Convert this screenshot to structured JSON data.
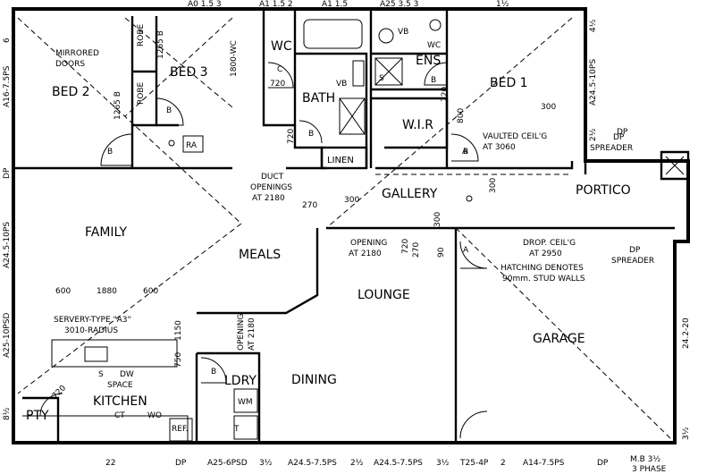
{
  "rooms": {
    "bed2": "BED 2",
    "bed3": "BED 3",
    "bed1": "BED 1",
    "wc": "WC",
    "bath": "BATH",
    "ens": "ENS",
    "wir": "W.I.R",
    "linen": "LINEN",
    "gallery": "GALLERY",
    "portico": "PORTICO",
    "family": "FAMILY",
    "meals": "MEALS",
    "lounge": "LOUNGE",
    "garage": "GARAGE",
    "dining": "DINING",
    "ldry": "LDRY",
    "kitchen": "KITCHEN",
    "pty": "PTY"
  },
  "labels": {
    "robe_top": "ROBE",
    "robe_bottom": "ROBE",
    "mirrored": "MIRRORED",
    "doors": "DOORS",
    "vb_bath": "VB",
    "vb_ens": "VB",
    "wc_ens": "WC",
    "ra": "RA",
    "duct": "DUCT",
    "openings": "OPENINGS",
    "at2180a": "AT 2180",
    "opening2": "OPENING",
    "at2180b": "AT 2180",
    "vaulted": "VAULTED CEIL'G",
    "at3060": "AT 3060",
    "drop": "DROP. CEIL'G",
    "at2950": "AT 2950",
    "hatching": "HATCHING DENOTES",
    "studwalls": "90mm. STUD WALLS",
    "dp_spreader_top": "DP",
    "spreader_top": "SPREADER",
    "dp_spreader_mid": "DP",
    "spreader_mid": "SPREADER",
    "servery": "SERVERY-TYPE \"A3\"",
    "radius": "3010-RADIUS",
    "s": "S",
    "dw": "DW",
    "space": "SPACE",
    "ct": "CT",
    "wo": "WO",
    "ref": "REF.",
    "wm": "WM",
    "t": "T",
    "opening_v": "OPENING",
    "at2180_v": "AT 2180",
    "mb": "M.B 3½",
    "phase": "3 PHASE",
    "s_ens": "S",
    "b_bed1": "B",
    "b_bed2": "B",
    "b_bed3": "B",
    "b_bath": "B",
    "b_ens": "B",
    "c_wc": "C",
    "a_door1": "A",
    "a_door2": "A",
    "b_ldry": "B"
  },
  "dimensions": {
    "d1265b": "1265 B",
    "d1265b_2": "1265 B",
    "d1800wc": "1800-WC",
    "d720a": "720",
    "d720b": "720",
    "d720c": "720",
    "d720d": "720",
    "d720e": "720",
    "d800": "800",
    "d300a": "300",
    "d300b": "300",
    "d300c": "300",
    "d300d": "300",
    "d270a": "270",
    "d270b": "270",
    "d90": "90",
    "d600a": "600",
    "d1880": "1880",
    "d600b": "600",
    "d1150": "1150",
    "d750": "750",
    "left1": "6",
    "left2": "A16-7.5PS",
    "left3": "DP",
    "left4": "A24.5-10PS",
    "left5": "A25-10PSD",
    "left6": "8½",
    "right1": "4½",
    "right2": "A24.5-10PS",
    "right3": "2½",
    "right4": "DP",
    "right5": "24.2-20",
    "right6": "3½",
    "bot1": "22",
    "bot2": "DP",
    "bot3": "A25-6PSD",
    "bot4": "3½",
    "bot5": "A24.5-7.5PS",
    "bot6": "2½",
    "bot7": "A24.5-7.5PS",
    "bot8": "3½",
    "bot9": "T25-4P",
    "bot10": "2",
    "bot11": "A14-7.5PS",
    "bot12": "DP",
    "top1": "A0 1.5 3",
    "top2": "A1 1.5 2",
    "top3": "A1 1.5",
    "top4": "A25 3.5 3",
    "top5": "1½"
  }
}
